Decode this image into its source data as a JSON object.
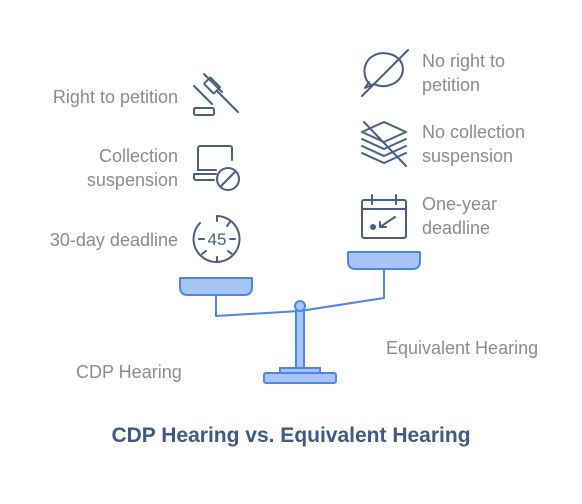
{
  "title": "CDP Hearing vs. Equivalent Hearing",
  "left": {
    "name": "CDP Hearing",
    "features": [
      {
        "label": "Right to petition",
        "icon": "gavel-icon"
      },
      {
        "label": "Collection\nsuspension",
        "icon": "laptop-blocked-icon"
      },
      {
        "label": "30-day deadline",
        "icon": "timer-45-icon",
        "icon_text": "45"
      }
    ]
  },
  "right": {
    "name": "Equivalent Hearing",
    "features": [
      {
        "label": "No right to\npetition",
        "icon": "no-comment-icon"
      },
      {
        "label": "No collection\nsuspension",
        "icon": "no-documents-icon"
      },
      {
        "label": "One-year\ndeadline",
        "icon": "calendar-icon"
      }
    ]
  },
  "colors": {
    "icon_stroke": "#4a5f82",
    "scale_fill": "#a8c6f5",
    "scale_stroke": "#4d86e6",
    "label": "#8c8c8c",
    "title": "#3d5a8a"
  }
}
